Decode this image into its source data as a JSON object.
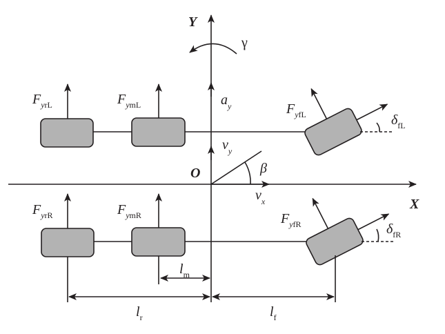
{
  "diagram": {
    "title": "Six-wheel vehicle lateral dynamics model",
    "colors": {
      "stroke": "#231f20",
      "wheel_fill": "#b3b3b3",
      "background": "#ffffff"
    },
    "axes": {
      "x_label": "X",
      "y_label": "Y",
      "origin_label": "O"
    },
    "yaw": {
      "symbol": "γ"
    },
    "accel": {
      "main": "a",
      "sub": "y"
    },
    "velocity": {
      "vx": {
        "main": "v",
        "sub": "x"
      },
      "vy": {
        "main": "v",
        "sub": "y"
      },
      "sideslip": "β"
    },
    "forces": {
      "rear_left": {
        "main": "F",
        "sub_it": "y",
        "sub": "rL"
      },
      "mid_left": {
        "main": "F",
        "sub_it": "y",
        "sub": "mL"
      },
      "front_left": {
        "main": "F",
        "sub_it": "y",
        "sub": "fL"
      },
      "rear_right": {
        "main": "F",
        "sub_it": "y",
        "sub": "rR"
      },
      "mid_right": {
        "main": "F",
        "sub_it": "y",
        "sub": "mR"
      },
      "front_right": {
        "main": "F",
        "sub_it": "y",
        "sub": "fR"
      }
    },
    "steer": {
      "left": {
        "main": "δ",
        "sub": "fL"
      },
      "right": {
        "main": "δ",
        "sub": "fR"
      }
    },
    "dimensions": {
      "lm": {
        "main": "l",
        "sub": "m"
      },
      "lr": {
        "main": "l",
        "sub": "r"
      },
      "lf": {
        "main": "l",
        "sub": "f"
      }
    }
  }
}
